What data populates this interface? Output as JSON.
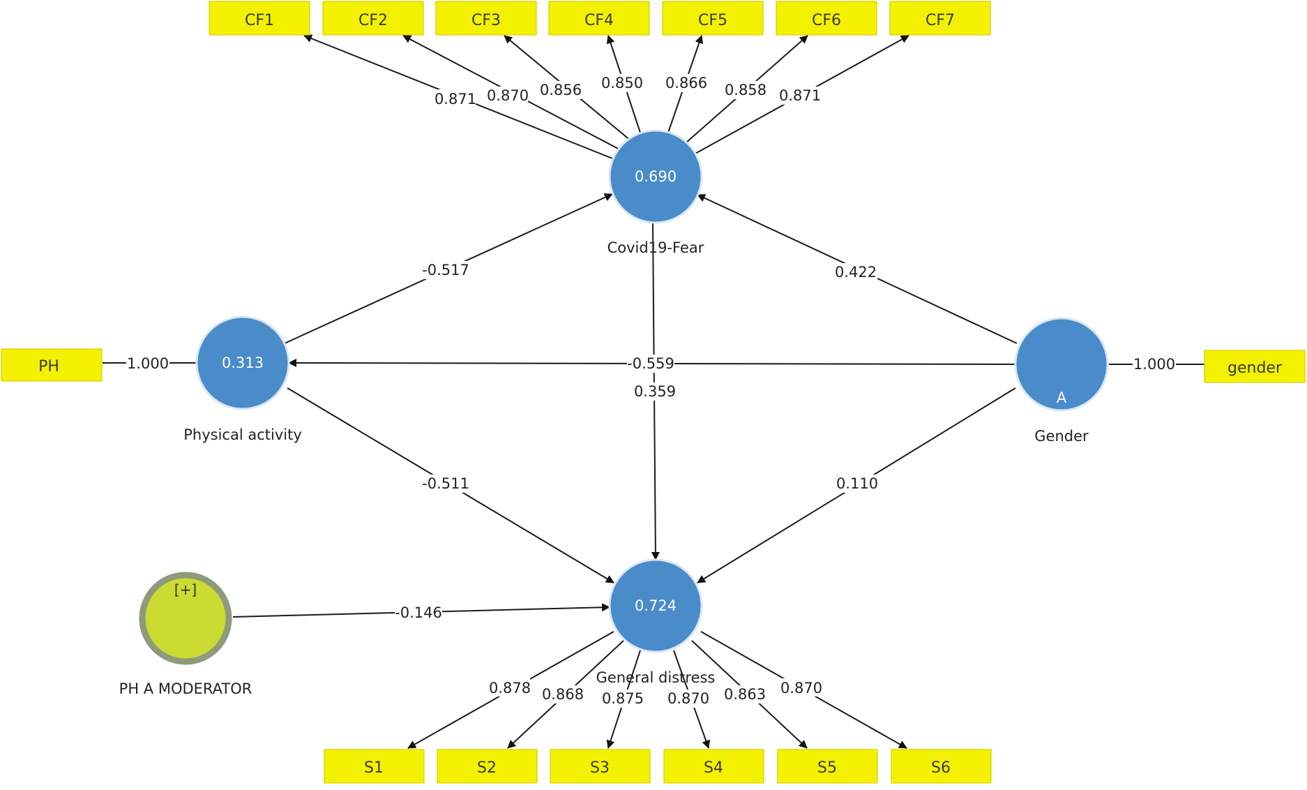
{
  "colors": {
    "construct": "#4a8bca",
    "indicator": "#f4f100",
    "moderator": "#ccdb32"
  },
  "constructs": {
    "covid19_fear": {
      "name": "Covid19-Fear",
      "value": "0.690"
    },
    "physical_activity": {
      "name": "Physical activity",
      "value": "0.313"
    },
    "gender": {
      "name": "Gender",
      "value": "",
      "marker": "A"
    },
    "general_distress": {
      "name": "General distress",
      "value": "0.724"
    },
    "moderator": {
      "name": "PH A MODERATOR",
      "tag": "[+]"
    }
  },
  "indicators": {
    "covid_fear": [
      {
        "label": "CF1",
        "loading": "0.871"
      },
      {
        "label": "CF2",
        "loading": "0.870"
      },
      {
        "label": "CF3",
        "loading": "0.856"
      },
      {
        "label": "CF4",
        "loading": "0.850"
      },
      {
        "label": "CF5",
        "loading": "0.866"
      },
      {
        "label": "CF6",
        "loading": "0.858"
      },
      {
        "label": "CF7",
        "loading": "0.871"
      }
    ],
    "distress": [
      {
        "label": "S1",
        "loading": "0.878"
      },
      {
        "label": "S2",
        "loading": "0.868"
      },
      {
        "label": "S3",
        "loading": "0.875"
      },
      {
        "label": "S4",
        "loading": "0.870"
      },
      {
        "label": "S5",
        "loading": "0.863"
      },
      {
        "label": "S6",
        "loading": "0.870"
      }
    ],
    "ph": {
      "label": "PH",
      "loading": "1.000"
    },
    "gender": {
      "label": "gender",
      "loading": "1.000"
    }
  },
  "paths": {
    "physical_to_fear": "-0.517",
    "gender_to_fear": "0.422",
    "gender_to_physical": "-0.559",
    "fear_to_distress": "0.359",
    "physical_to_distress": "-0.511",
    "gender_to_distress": "0.110",
    "moderator_to_distress": "-0.146"
  }
}
